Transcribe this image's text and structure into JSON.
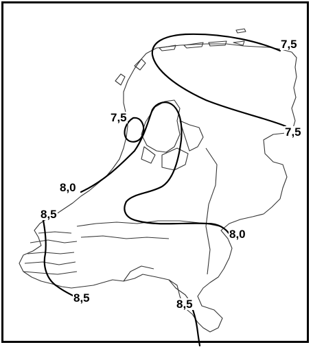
{
  "map": {
    "isoline_labels": [
      "7,5",
      "7,5",
      "7,5",
      "8,0",
      "8,0",
      "8,5",
      "8,5",
      "8,5"
    ],
    "colors": {
      "border": "#000000",
      "coast_outline": "#333333",
      "isoline": "#000000",
      "background": "#ffffff"
    }
  }
}
